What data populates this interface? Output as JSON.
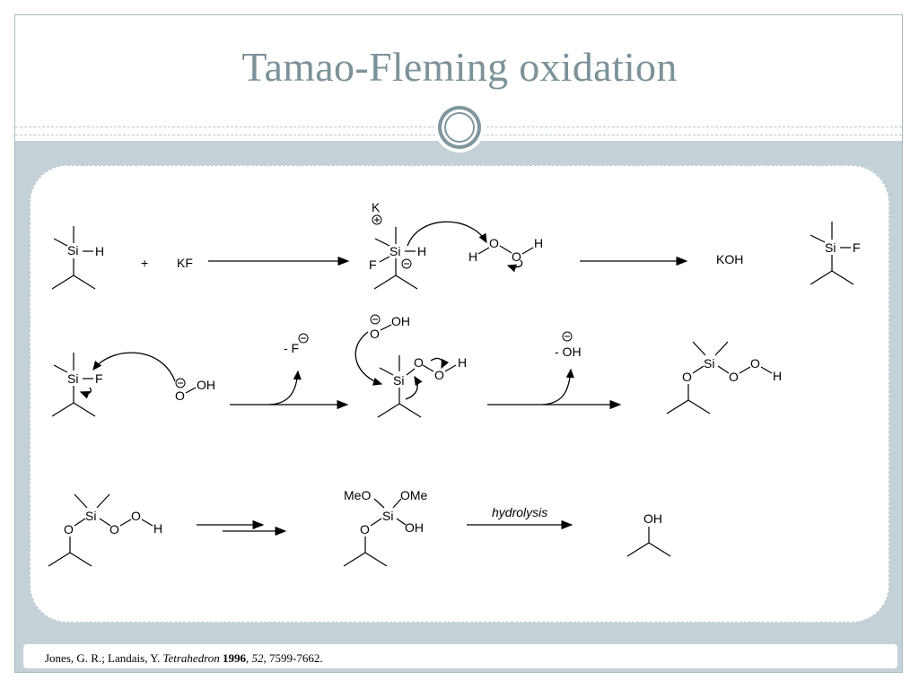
{
  "slide": {
    "title": "Tamao-Fleming oxidation"
  },
  "citation": {
    "authors": "Jones, G. R.; Landais, Y.",
    "journal": "Tetrahedron",
    "year": "1996",
    "volume": "52",
    "pages": "7599-7662."
  },
  "scheme": {
    "row1": {
      "si": "Si",
      "h": "H",
      "plus": "+",
      "kf": "KF",
      "k": "K",
      "f": "F",
      "h2o2_h1": "H",
      "h2o2_o1": "O",
      "h2o2_o2": "O",
      "h2o2_h2": "H",
      "koh": "KOH"
    },
    "row2": {
      "si": "Si",
      "f": "F",
      "o": "O",
      "oh": "OH",
      "minus_f": "- F",
      "h": "H",
      "minus_oh": "- OH"
    },
    "row3": {
      "si": "Si",
      "o": "O",
      "h": "H",
      "meo": "MeO",
      "ome": "OMe",
      "oh": "OH",
      "hydrolysis": "hydrolysis"
    }
  },
  "colors": {
    "title": "#7b9299",
    "band": "#c4d1d6",
    "ornament": "#7f969d"
  }
}
